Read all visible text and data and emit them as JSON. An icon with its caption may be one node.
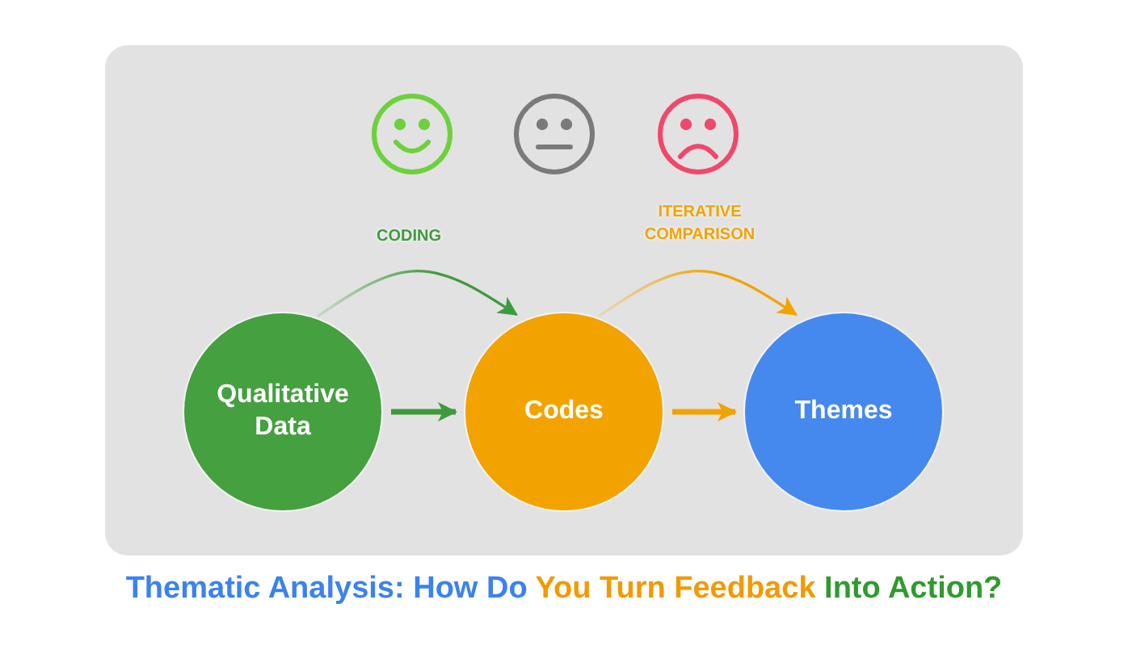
{
  "diagram": {
    "title": "Thematic Analysis: How Do You Turn Feedback Into Action?",
    "nodes": [
      {
        "text": [
          "Qualitative Data"
        ]
      },
      {
        "text": [
          "Codes"
        ]
      },
      {
        "text": [
          "Themes"
        ]
      }
    ],
    "edges": [
      {
        "from": 0,
        "to": 1,
        "arrow": "to",
        "label": "CODING",
        "color": "#3f9a3c"
      },
      {
        "from": 1,
        "to": 2,
        "arrow": "to",
        "label": "ITERATIVE COMPARISON",
        "color": "#f2a300"
      },
      {
        "from": 0,
        "to": 1,
        "arrow": "to",
        "color": "#3f9a3c"
      },
      {
        "from": 1,
        "to": 2,
        "arrow": "to",
        "color": "#f2a300"
      }
    ]
  }
}
